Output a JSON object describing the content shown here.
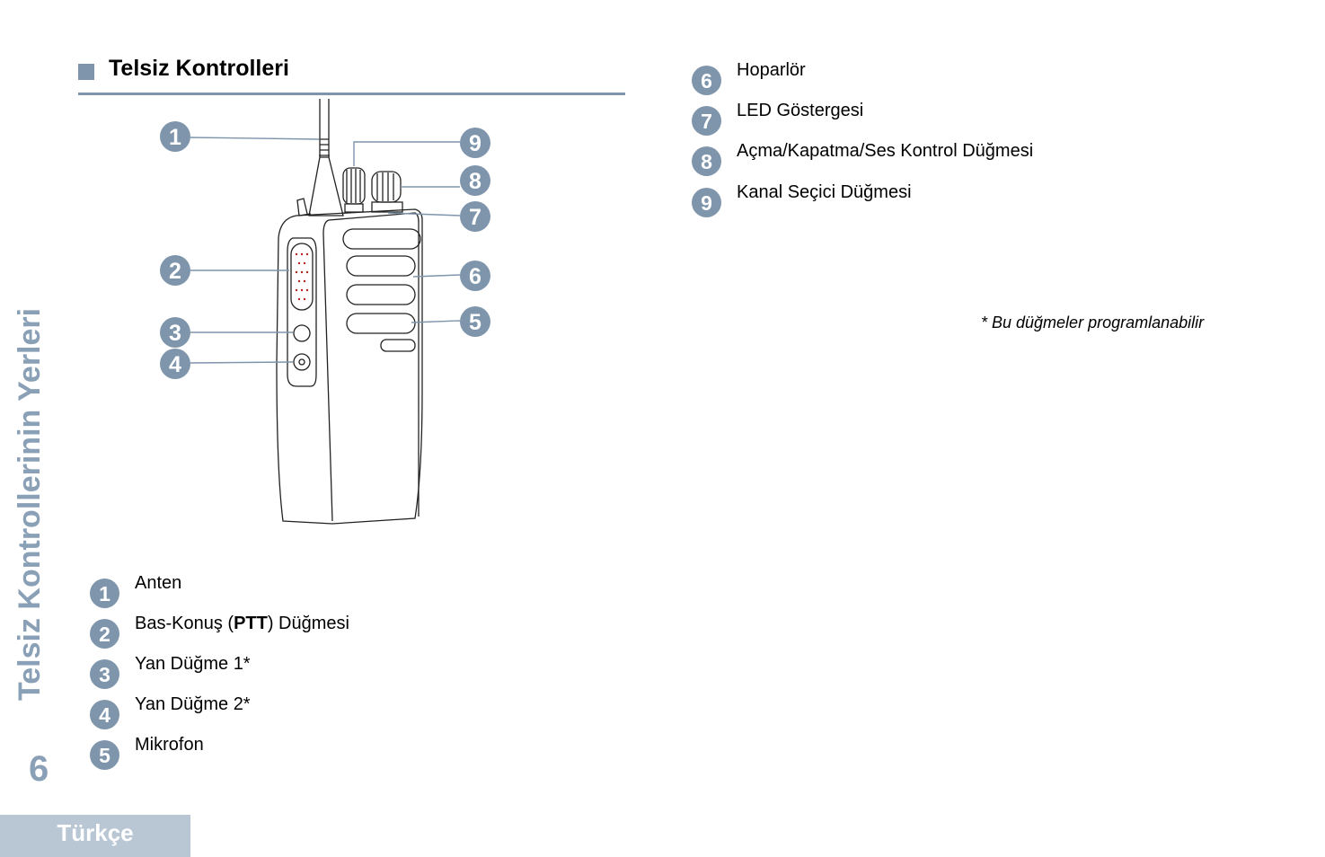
{
  "sidebar": {
    "vertical_title": "Telsiz Kontrollerinin Yerleri",
    "page_number": "6",
    "language_tab": "Türkçe"
  },
  "section": {
    "title": "Telsiz Kontrolleri"
  },
  "diagram": {
    "callouts_left": [
      "1",
      "2",
      "3",
      "4"
    ],
    "callouts_right": [
      "9",
      "8",
      "7",
      "6",
      "5"
    ]
  },
  "legend_left": [
    {
      "num": "1",
      "label": "Anten"
    },
    {
      "num": "2",
      "label_pre": "Bas-Konuş (",
      "label_bold": "PTT",
      "label_post": ") Düğmesi"
    },
    {
      "num": "3",
      "label": "Yan Düğme 1*"
    },
    {
      "num": "4",
      "label": "Yan Düğme 2*"
    },
    {
      "num": "5",
      "label": "Mikrofon"
    }
  ],
  "legend_right": [
    {
      "num": "6",
      "label": "Hoparlör"
    },
    {
      "num": "7",
      "label": "LED Göstergesi"
    },
    {
      "num": "8",
      "label": "Açma/Kapatma/Ses Kontrol Düğmesi"
    },
    {
      "num": "9",
      "label": "Kanal Seçici Düğmesi"
    }
  ],
  "note": "* Bu düğmeler programlanabilir",
  "colors": {
    "accent": "#7e95ac",
    "side_text": "#8aa0b6",
    "tab_bg": "#b9c7d5"
  }
}
